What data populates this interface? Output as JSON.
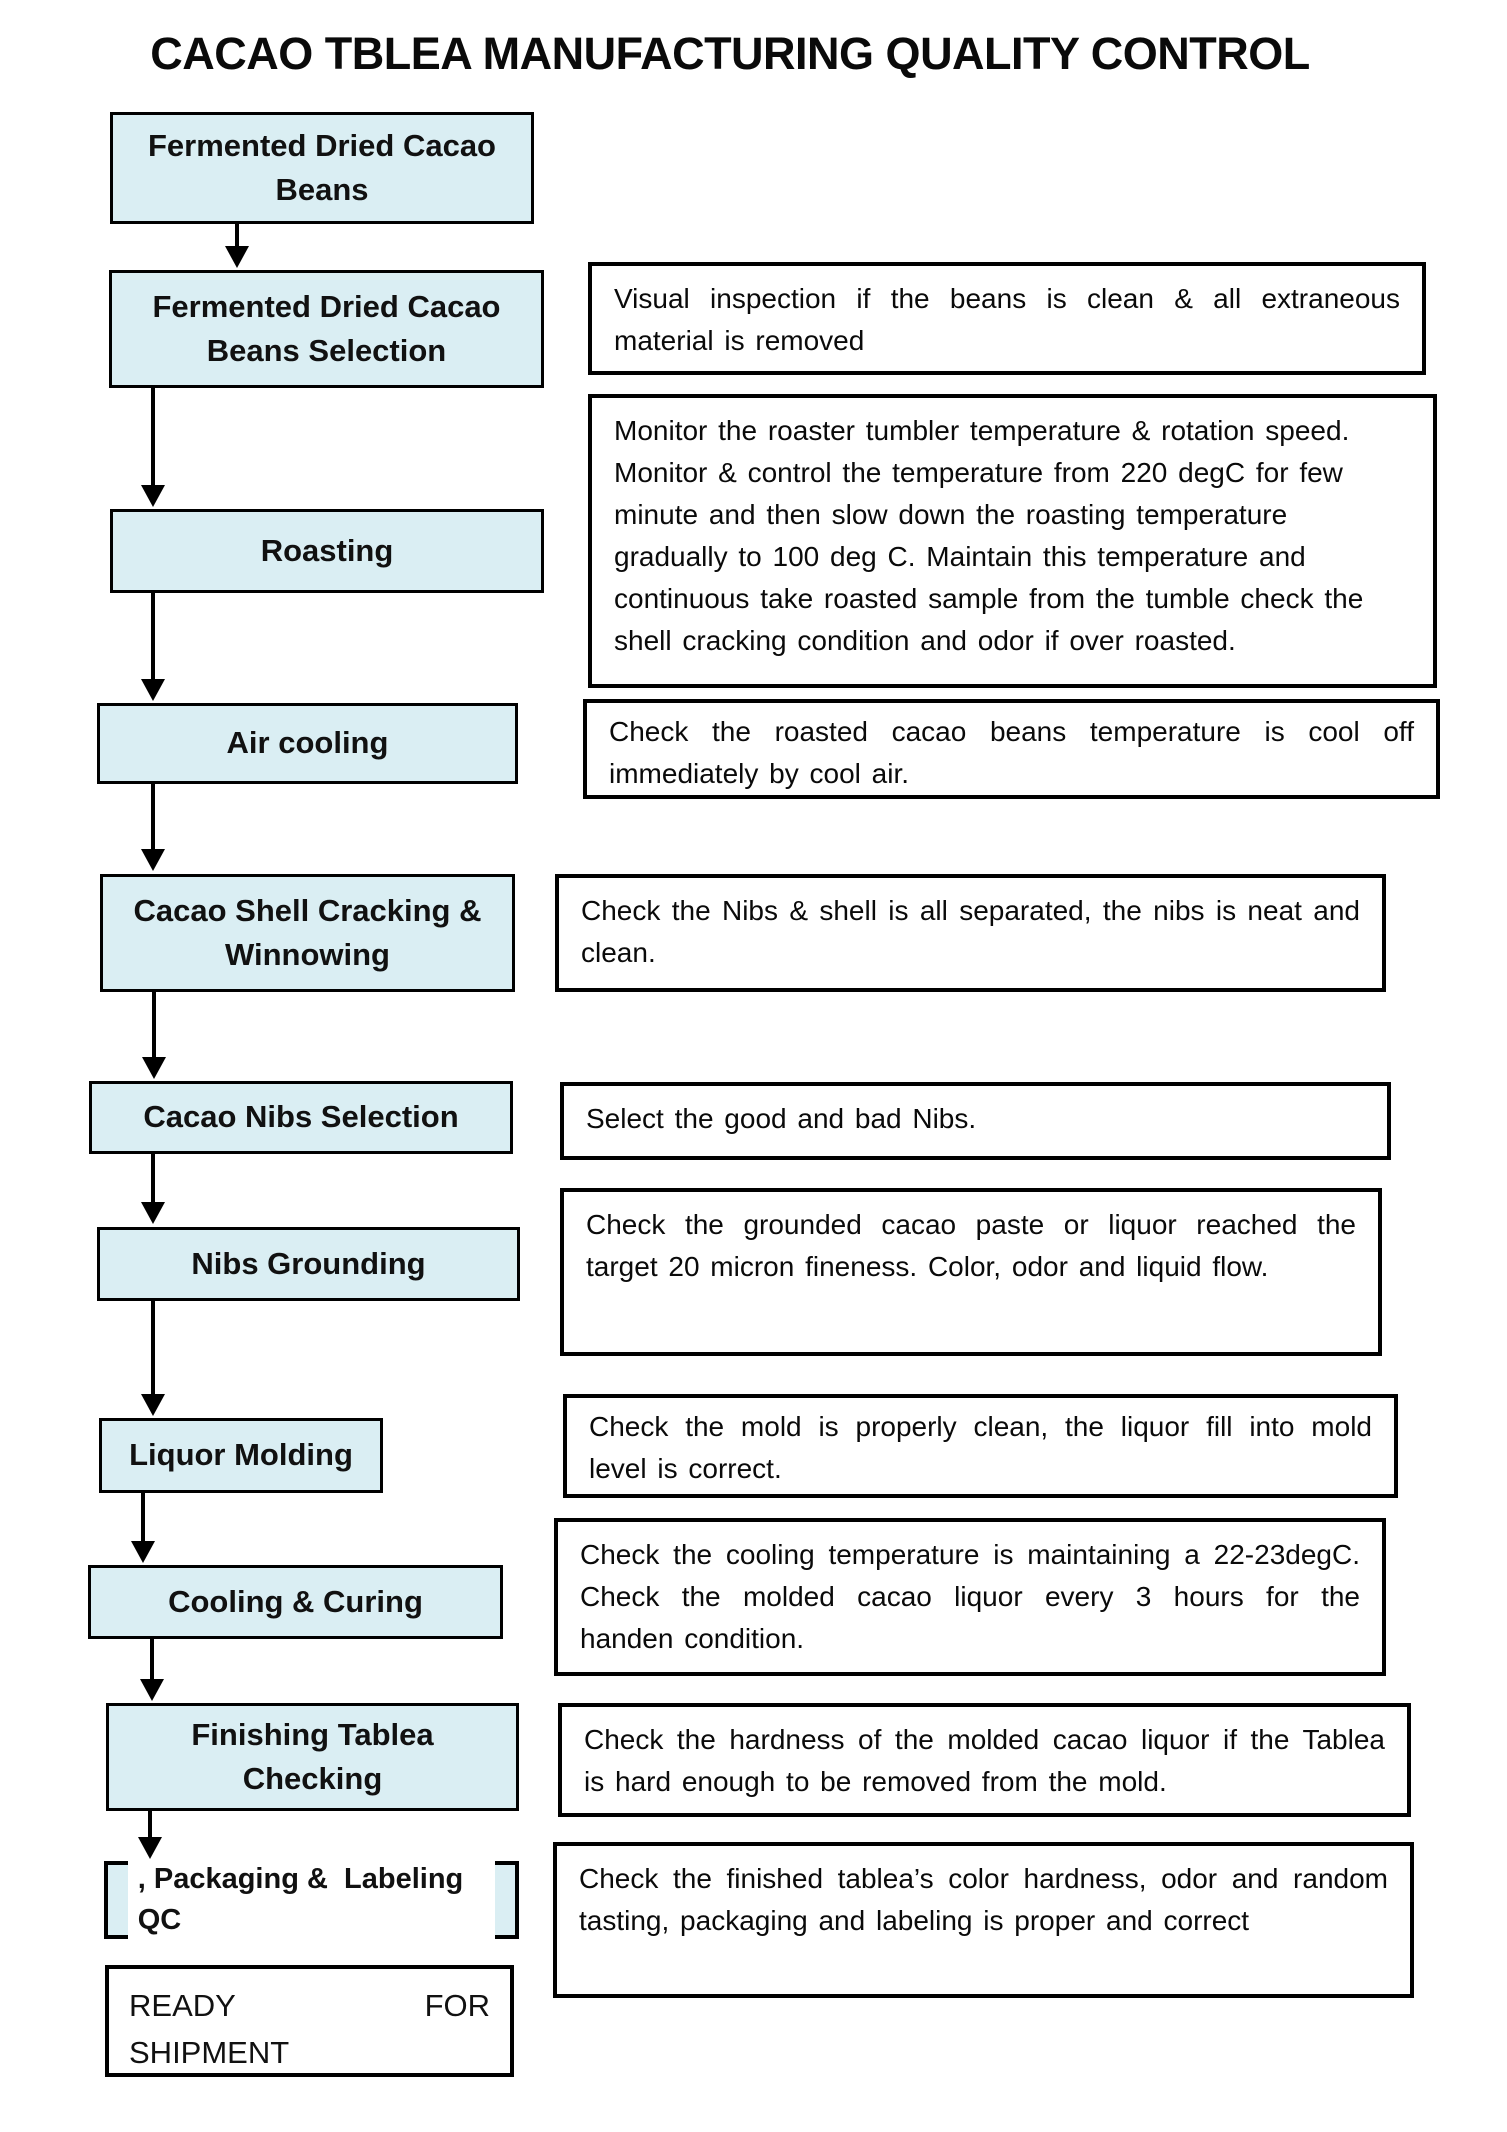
{
  "title": "CACAO TBLEA MANUFACTURING QUALITY CONTROL",
  "colors": {
    "node_fill": "#daeef3",
    "border": "#000000",
    "background": "#ffffff",
    "text": "#000000"
  },
  "steps": [
    {
      "label": "Fermented Dried Cacao Beans",
      "note": ""
    },
    {
      "label": "Fermented Dried Cacao Beans Selection",
      "note": "Visual inspection if the beans is clean & all extraneous material is removed"
    },
    {
      "label": "Roasting",
      "note": "Monitor the roaster tumbler temperature & rotation speed. Monitor & control the temperature from 220 degC for few minute and then slow down the roasting temperature gradually to 100 deg C. Maintain this temperature and continuous take roasted sample from the tumble check the shell cracking condition and odor if over roasted."
    },
    {
      "label": "Air cooling",
      "note": "Check the roasted cacao beans temperature is cool off immediately by cool air."
    },
    {
      "label": "Cacao Shell Cracking & Winnowing",
      "note": "Check the Nibs & shell is all separated, the nibs is neat and clean."
    },
    {
      "label": "Cacao Nibs Selection",
      "note": "Select the good and bad Nibs."
    },
    {
      "label": "Nibs Grounding",
      "note": "Check the grounded cacao paste or liquor reached the target 20 micron fineness. Color, odor and liquid flow."
    },
    {
      "label": "Liquor Molding",
      "note": "Check the mold is properly clean, the liquor fill into mold level is correct."
    },
    {
      "label": "Cooling & Curing",
      "note": "Check the cooling temperature is maintaining a 22-23degC. Check the molded cacao liquor every 3 hours for the handen condition."
    },
    {
      "label": "Finishing Tablea Checking",
      "note": "Check the hardness of the molded cacao liquor if the Tablea is hard enough to be removed from the mold."
    },
    {
      "label": ", Packaging &  Labeling QC",
      "note": "Check the finished tablea’s color hardness, odor and random tasting, packaging and labeling is proper and correct"
    }
  ],
  "shipment": {
    "line1_left": "READY",
    "line1_right": "FOR",
    "line2": "SHIPMENT"
  }
}
